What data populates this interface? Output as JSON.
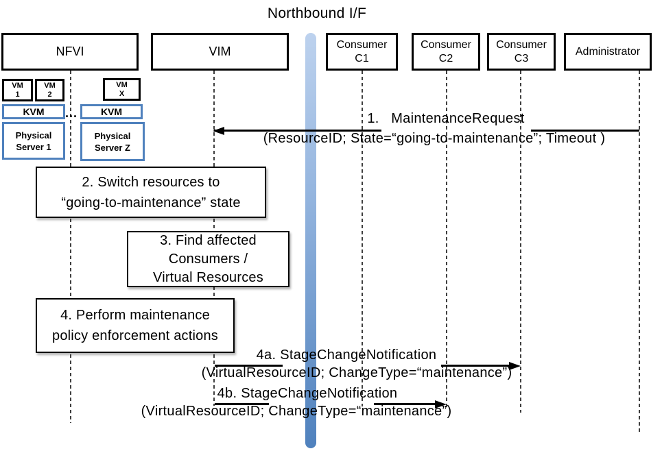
{
  "title": "Northbound I/F",
  "actors": {
    "nfvi": {
      "label": "NFVI"
    },
    "vim": {
      "label": "VIM"
    },
    "c1": {
      "line1": "Consumer",
      "line2": "C1"
    },
    "c2": {
      "line1": "Consumer",
      "line2": "C2"
    },
    "c3": {
      "line1": "Consumer",
      "line2": "C3"
    },
    "admin": {
      "label": "Administrator"
    }
  },
  "nfvi_internals": {
    "vm1": {
      "line1": "VM",
      "line2": "1"
    },
    "vm2": {
      "line1": "VM",
      "line2": "2"
    },
    "vmx": {
      "line1": "VM",
      "line2": "X"
    },
    "kvm_left": "KVM",
    "kvm_right": "KVM",
    "dots": "...",
    "server1": {
      "line1": "Physical",
      "line2": "Server 1"
    },
    "serverz": {
      "line1": "Physical",
      "line2": "Server Z"
    }
  },
  "messages": {
    "m1": {
      "label": "1.   MaintenanceRequest",
      "params": "(ResourceID; State=“going-to-maintenance”; Timeout )"
    },
    "m4a": {
      "label": "4a. StageChangeNotification",
      "params": "(VirtualResourceID; ChangeType=“maintenance”)"
    },
    "m4b": {
      "label": "4b. StageChangeNotification",
      "params": "(VirtualResourceID; ChangeType=“maintenance”)"
    }
  },
  "steps": {
    "s2": {
      "line1": "2. Switch resources to",
      "line2": "“going-to-maintenance” state"
    },
    "s3": {
      "line1": "3. Find affected",
      "line2": "Consumers /",
      "line3": "Virtual Resources"
    },
    "s4": {
      "line1": "4. Perform maintenance",
      "line2": "policy enforcement actions"
    }
  },
  "colors": {
    "box_border": "#000000",
    "blue_border": "#4f81bd",
    "bar_top": "#bdd2ee",
    "bar_bottom": "#4f81bd",
    "lifeline": "#3f3f3f"
  }
}
